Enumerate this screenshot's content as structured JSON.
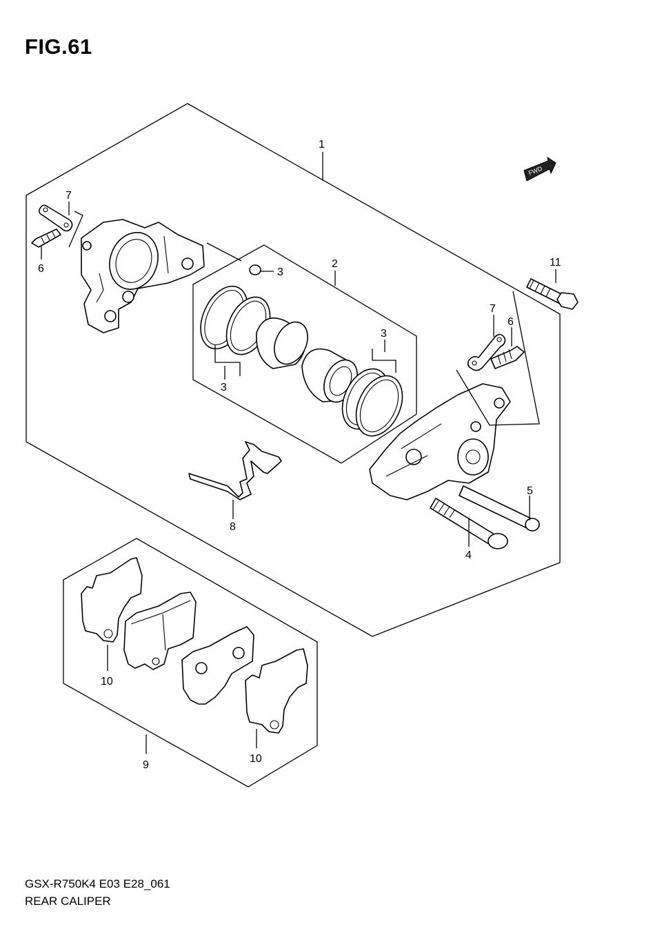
{
  "figure": {
    "title": "FIG.61",
    "code": "GSX-R750K4 E03 E28_061",
    "name": "REAR CALIPER"
  },
  "fwd_badge": "FWD",
  "callouts": [
    {
      "id": "1",
      "label": "1"
    },
    {
      "id": "2",
      "label": "2"
    },
    {
      "id": "3a",
      "label": "3"
    },
    {
      "id": "3b",
      "label": "3"
    },
    {
      "id": "3c",
      "label": "3"
    },
    {
      "id": "4",
      "label": "4"
    },
    {
      "id": "5",
      "label": "5"
    },
    {
      "id": "6a",
      "label": "6"
    },
    {
      "id": "6b",
      "label": "6"
    },
    {
      "id": "7a",
      "label": "7"
    },
    {
      "id": "7b",
      "label": "7"
    },
    {
      "id": "8",
      "label": "8"
    },
    {
      "id": "9",
      "label": "9"
    },
    {
      "id": "10a",
      "label": "10"
    },
    {
      "id": "10b",
      "label": "10"
    },
    {
      "id": "11",
      "label": "11"
    }
  ]
}
